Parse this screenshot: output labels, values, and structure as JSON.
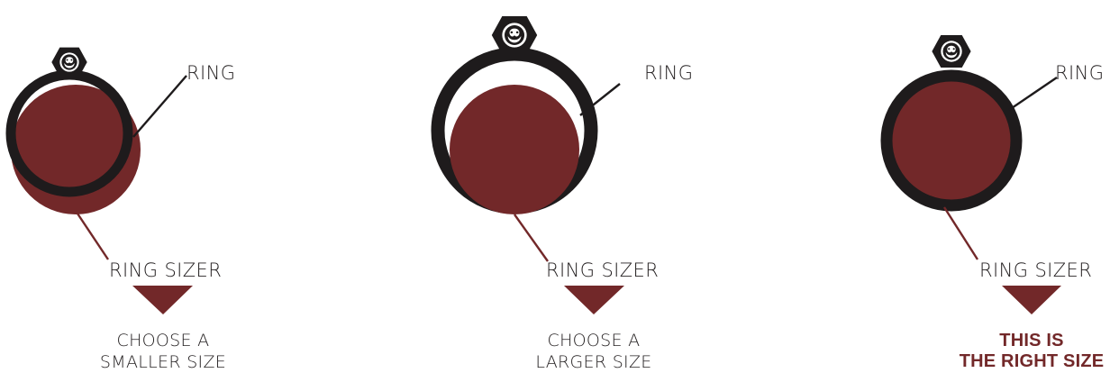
{
  "colors": {
    "ring": "#1e1b1c",
    "sizer": "#722829",
    "text": "#231f20",
    "highlight": "#722829"
  },
  "labels": {
    "ring": "RING",
    "sizer": "RING SIZER"
  },
  "panels": [
    {
      "id": "smaller",
      "ring_label": "RING",
      "sizer_label": "RING SIZER",
      "caption_line1": "CHOOSE A",
      "caption_line2": "SMALLER SIZE",
      "emphasis": false
    },
    {
      "id": "larger",
      "ring_label": "RING",
      "sizer_label": "RING SIZER",
      "caption_line1": "CHOOSE A",
      "caption_line2": "LARGER SIZE",
      "emphasis": false
    },
    {
      "id": "right",
      "ring_label": "RING",
      "sizer_label": "RING SIZER",
      "caption_line1": "THIS IS",
      "caption_line2": "THE RIGHT SIZE",
      "emphasis": true
    }
  ],
  "icons": [
    "ring-head-icon",
    "pointer-triangle-icon"
  ]
}
